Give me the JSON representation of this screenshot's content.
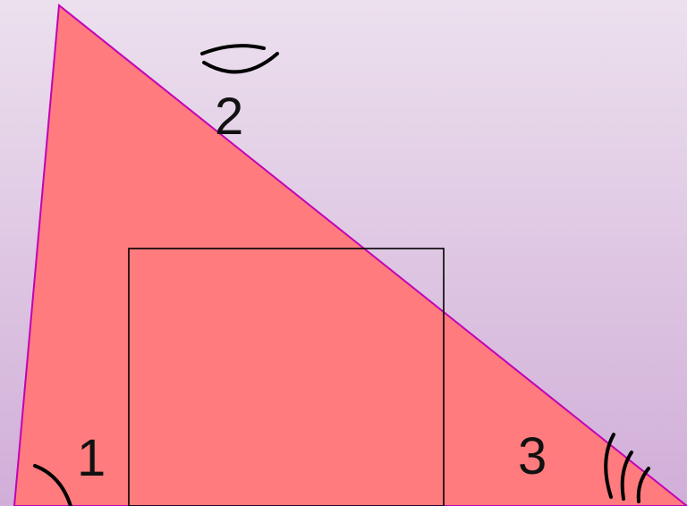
{
  "colors": {
    "background_top": "#ece0ee",
    "background_bottom": "#d1aed8",
    "triangle_fill": "#ff7b7d",
    "triangle_stroke": "#c200b8",
    "square_stroke": "#000000",
    "mark_stroke": "#000000"
  },
  "diagram": {
    "angles": [
      {
        "label": "1",
        "arc_count": 1
      },
      {
        "label": "2",
        "arc_count": 2
      },
      {
        "label": "3",
        "arc_count": 3
      }
    ]
  }
}
